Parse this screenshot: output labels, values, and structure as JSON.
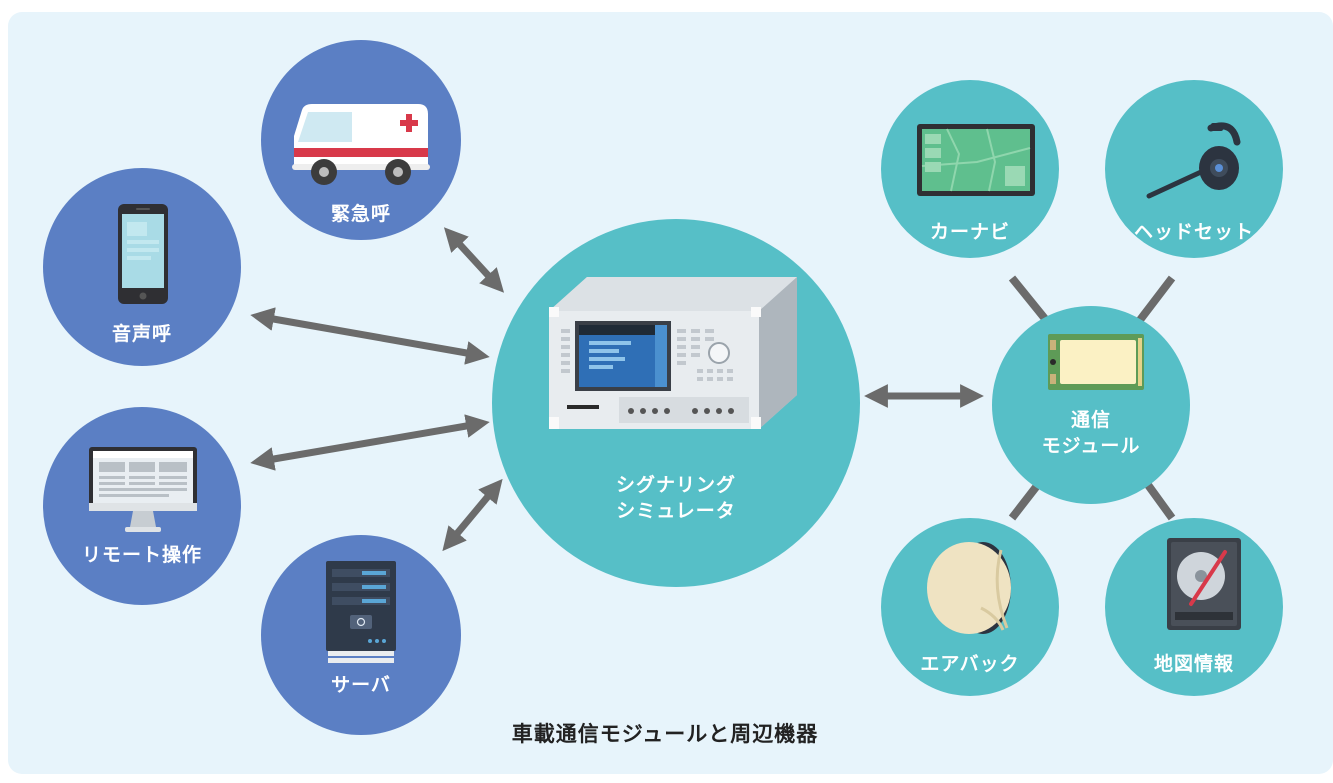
{
  "center": {
    "label": "シグナリング\nシミュレータ",
    "line1": "シグナリング",
    "line2": "シミュレータ"
  },
  "left_nodes": {
    "emergency": "緊急呼",
    "voice": "音声呼",
    "remote": "リモート操作",
    "server": "サーバ"
  },
  "module": {
    "line1": "通信",
    "line2": "モジュール"
  },
  "right_nodes": {
    "carnavi": "カーナビ",
    "headset": "ヘッドセット",
    "airbag": "エアバック",
    "mapinfo": "地図情報"
  },
  "caption": "車載通信モジュールと周辺機器",
  "colors": {
    "panel_bg": "#e7f4fb",
    "blue_node": "#5b7fc4",
    "teal_node": "#56bfc7",
    "connector": "#6b6b6b"
  }
}
